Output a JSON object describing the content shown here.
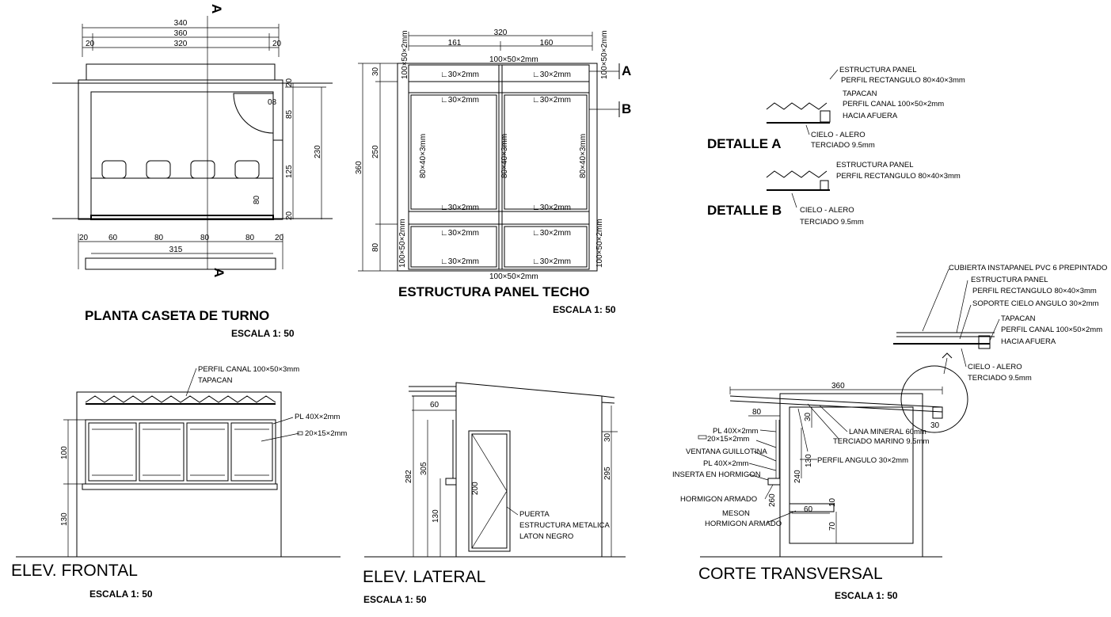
{
  "plan": {
    "title": "PLANTA CASETA DE TURNO",
    "scale": "ESCALA 1: 50",
    "dims": {
      "d340": "340",
      "d360": "360",
      "d320": "320",
      "d20a": "20",
      "d20b": "20",
      "d315": "315",
      "d60": "60",
      "d80a": "80",
      "d80b": "80",
      "d80c": "80",
      "d20c": "20",
      "d20d": "20",
      "d230": "230",
      "d85": "85",
      "d125": "125",
      "d80v": "80",
      "d20v": "20",
      "d20v2": "20",
      "d08": "08"
    },
    "section_mark": "A"
  },
  "roof": {
    "title": "ESTRUCTURA PANEL TECHO",
    "scale": "ESCALA 1: 50",
    "dims": {
      "d320": "320",
      "d161": "161",
      "d160": "160",
      "d360": "360",
      "d250": "250",
      "d80": "80",
      "d30": "30"
    },
    "labels": {
      "beam_top": "100×50×2mm",
      "beam_bot": "100×50×2mm",
      "beam_l1": "100×50×2mm",
      "beam_r1": "100×50×2mm",
      "beam_l2": "100×50×2mm",
      "beam_r2": "100×50×2mm",
      "angle": "∟30×2mm",
      "rect": "80×40×3mm"
    },
    "marks": {
      "a": "A",
      "b": "B"
    }
  },
  "detail_a": {
    "title": "DETALLE A",
    "notes": [
      "ESTRUCTURA PANEL",
      "PERFIL RECTANGULO 80×40×3mm",
      "TAPACAN",
      "PERFIL CANAL 100×50×2mm",
      "HACIA AFUERA",
      "CIELO - ALERO",
      "TERCIADO 9.5mm"
    ]
  },
  "detail_b": {
    "title": "DETALLE B",
    "notes": [
      "ESTRUCTURA PANEL",
      "PERFIL RECTANGULO 80×40×3mm",
      "CIELO - ALERO",
      "TERCIADO 9.5mm"
    ]
  },
  "section_detail": {
    "notes": [
      "CUBIERTA INSTAPANEL PVC 6 PREPINTADO",
      "ESTRUCTURA PANEL",
      "PERFIL RECTANGULO 80×40×3mm",
      "SOPORTE CIELO ANGULO 30×2mm",
      "TAPACAN",
      "PERFIL CANAL 100×50×2mm",
      "HACIA AFUERA",
      "CIELO - ALERO",
      "TERCIADO 9.5mm"
    ]
  },
  "front": {
    "title": "ELEV.  FRONTAL",
    "scale": "ESCALA 1: 50",
    "notes": {
      "n1": "PERFIL CANAL 100×50×3mm",
      "n2": "TAPACAN",
      "n3": "PL 40X×2mm",
      "n4": "20×15×2mm"
    },
    "dims": {
      "d100": "100",
      "d130": "130"
    }
  },
  "lateral": {
    "title": "ELEV. LATERAL",
    "scale": "ESCALA 1: 50",
    "notes": {
      "n1": "PUERTA",
      "n2": "ESTRUCTURA METALICA",
      "n3": "LATON NEGRO"
    },
    "dims": {
      "d60": "60",
      "d30": "30",
      "d282": "282",
      "d305": "305",
      "d295": "295",
      "d200": "200",
      "d130": "130"
    }
  },
  "cross": {
    "title": "CORTE TRANSVERSAL",
    "scale": "ESCALA 1: 50",
    "notes": {
      "n1": "PL 40X×2mm",
      "n2": "20×15×2mm",
      "n3": "VENTANA GUILLOTINA",
      "n4": "PL 40X×2mm",
      "n5": "INSERTA EN HORMIGON",
      "n6": "HORMIGON ARMADO",
      "n7": "MESON",
      "n8": "HORMIGON ARMADO",
      "n9": "LANA MINERAL 60mm",
      "n10": "TERCIADO MARINO 9.5mm",
      "n11": "PERFIL ANGULO 30×2mm"
    },
    "dims": {
      "d360": "360",
      "d80": "80",
      "d30": "30",
      "d30b": "30",
      "d130": "130",
      "d240": "240",
      "d260": "260",
      "d60": "60",
      "d10": "10",
      "d70": "70"
    }
  }
}
